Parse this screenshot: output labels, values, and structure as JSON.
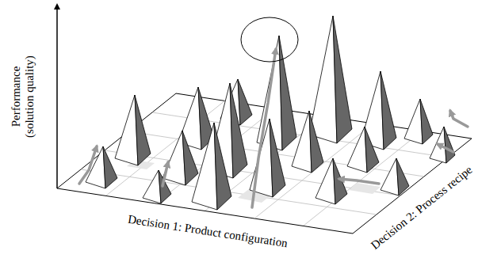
{
  "diagram": {
    "labels": [
      "Performance (solution quality)",
      "Decision 1: Product configuration",
      "Decision 2: Process recipe"
    ]
  }
}
